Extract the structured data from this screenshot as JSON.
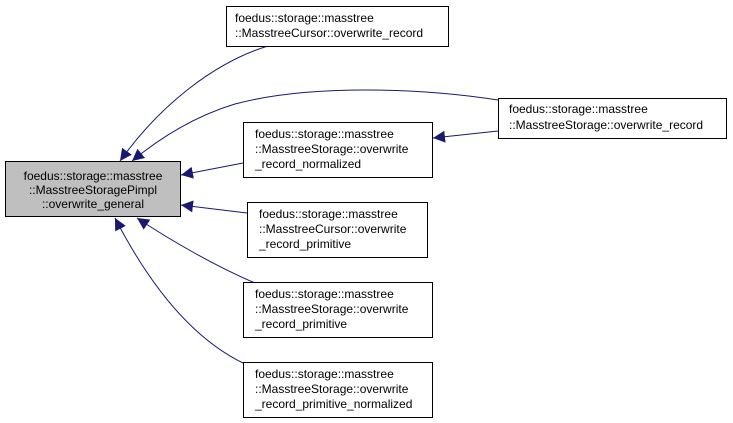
{
  "colors": {
    "edge": "#191970",
    "focus_fill": "#bfbfbf",
    "node_fill": "#ffffff",
    "border": "#000000"
  },
  "nodes": {
    "general": {
      "lines": [
        "foedus::storage::masstree",
        "::MasstreeStoragePimpl",
        "::overwrite_general"
      ],
      "focus": true
    },
    "cursor_overwrite_record": {
      "lines": [
        "foedus::storage::masstree",
        "::MasstreeCursor::overwrite_record"
      ]
    },
    "storage_overwrite_record": {
      "lines": [
        "foedus::storage::masstree",
        "::MasstreeStorage::overwrite_record"
      ]
    },
    "storage_overwrite_record_normalized": {
      "lines": [
        "foedus::storage::masstree",
        "::MasstreeStorage::overwrite",
        "_record_normalized"
      ]
    },
    "cursor_overwrite_record_primitive": {
      "lines": [
        "foedus::storage::masstree",
        "::MasstreeCursor::overwrite",
        "_record_primitive"
      ]
    },
    "storage_overwrite_record_primitive": {
      "lines": [
        "foedus::storage::masstree",
        "::MasstreeStorage::overwrite",
        "_record_primitive"
      ]
    },
    "storage_overwrite_record_primitive_normalized": {
      "lines": [
        "foedus::storage::masstree",
        "::MasstreeStorage::overwrite",
        "_record_primitive_normalized"
      ]
    }
  },
  "edges": [
    {
      "from": "cursor_overwrite_record",
      "to": "general"
    },
    {
      "from": "storage_overwrite_record",
      "to": "general"
    },
    {
      "from": "storage_overwrite_record_normalized",
      "to": "general"
    },
    {
      "from": "cursor_overwrite_record_primitive",
      "to": "general"
    },
    {
      "from": "storage_overwrite_record_primitive",
      "to": "general"
    },
    {
      "from": "storage_overwrite_record_primitive_normalized",
      "to": "general"
    },
    {
      "from": "storage_overwrite_record",
      "to": "storage_overwrite_record_normalized"
    }
  ]
}
